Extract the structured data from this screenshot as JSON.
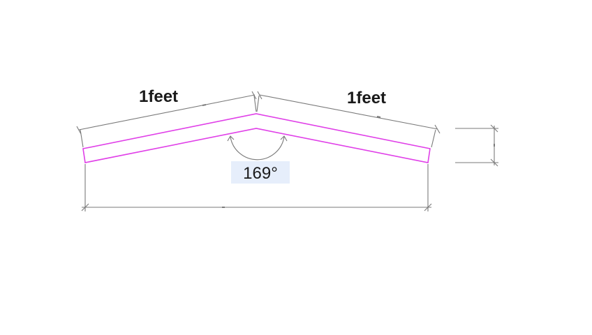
{
  "labels": {
    "left_length": "1feet",
    "right_length": "1feet",
    "apex_angle": "169°"
  },
  "colors": {
    "profile": "#e040e8",
    "dimension": "#7a7a7a",
    "angle_box": "#e6eefb",
    "text": "#1a1a1a"
  }
}
